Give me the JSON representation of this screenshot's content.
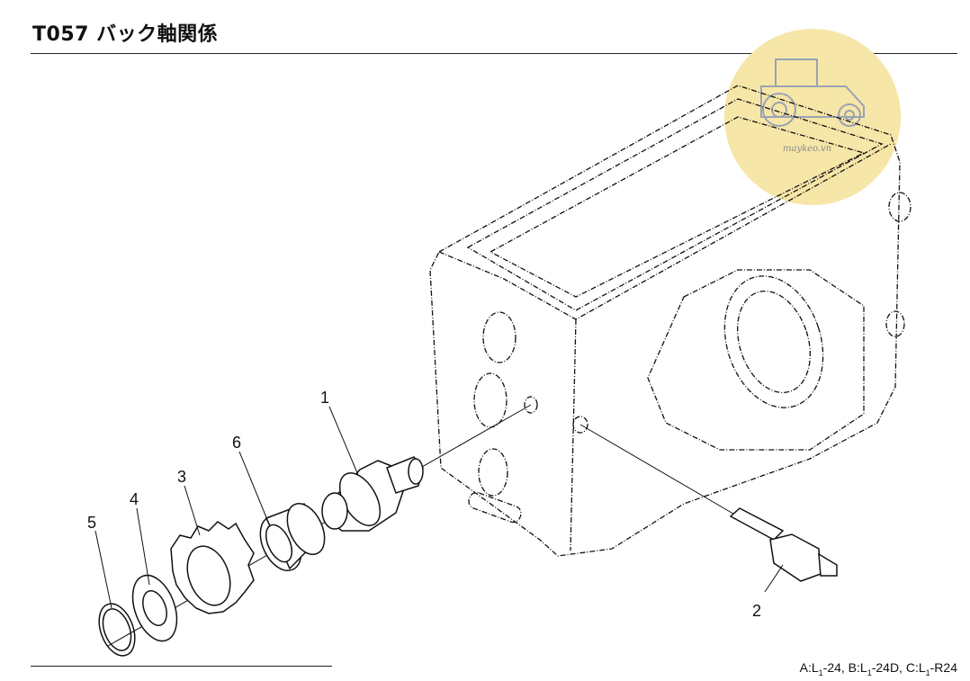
{
  "page_title": "T057 バック軸関係",
  "callouts": [
    "1",
    "2",
    "3",
    "4",
    "5",
    "6"
  ],
  "footer": {
    "prefix_a": "A:L",
    "suffix_a": "-24, ",
    "prefix_b": "B:L",
    "suffix_b": "-24D, ",
    "prefix_c": "C:L",
    "suffix_c": "-R24",
    "sub": "1"
  },
  "watermark": {
    "text": "maykeo.vn",
    "color": "#f3e3a0",
    "icon": "tractor-icon"
  }
}
